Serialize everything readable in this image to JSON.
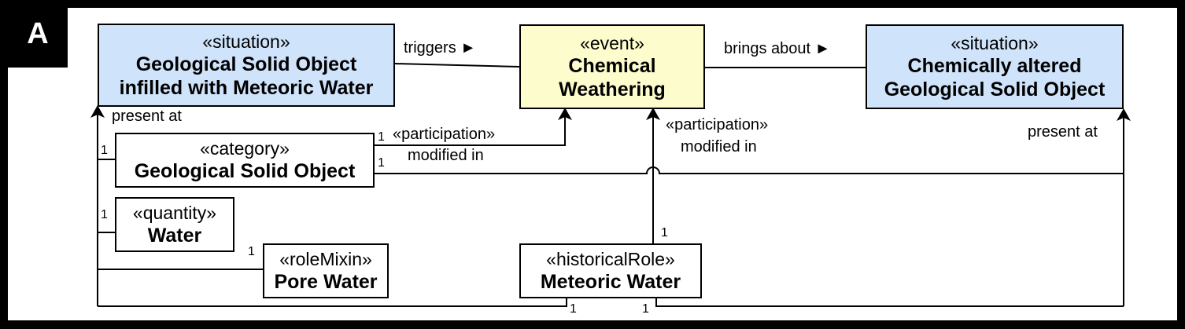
{
  "panel_label": "A",
  "nodes": {
    "situation_infilled": {
      "stereotype": "«situation»",
      "name_line1": "Geological Solid Object",
      "name_line2": "infilled with Meteoric Water"
    },
    "event_weathering": {
      "stereotype": "«event»",
      "name_line1": "Chemical",
      "name_line2": "Weathering"
    },
    "situation_altered": {
      "stereotype": "«situation»",
      "name_line1": "Chemically altered",
      "name_line2": "Geological Solid Object"
    },
    "category_gso": {
      "stereotype": "«category»",
      "name": "Geological Solid Object"
    },
    "quantity_water": {
      "stereotype": "«quantity»",
      "name": "Water"
    },
    "rolemixin_pore": {
      "stereotype": "«roleMixin»",
      "name": "Pore Water"
    },
    "historicalrole_meteoric": {
      "stereotype": "«historicalRole»",
      "name": "Meteoric Water"
    }
  },
  "edge_labels": {
    "triggers": "triggers ►",
    "brings_about": "brings about ►",
    "present_at_left": "present at",
    "present_at_right": "present at",
    "participation_left": "«participation»",
    "modified_in_left": "modified in",
    "participation_right": "«participation»",
    "modified_in_right": "modified in"
  },
  "multiplicities": {
    "cat_left": "1",
    "cat_right_top": "1",
    "cat_right_bottom": "1",
    "quantity_left": "1",
    "rolemixin_top": "1",
    "meteoric_top": "1",
    "meteoric_bottom_left": "1",
    "meteoric_bottom_right": "1"
  },
  "colors": {
    "situation_fill": "#cfe3fa",
    "event_fill": "#fdfccd",
    "line": "#000000"
  }
}
